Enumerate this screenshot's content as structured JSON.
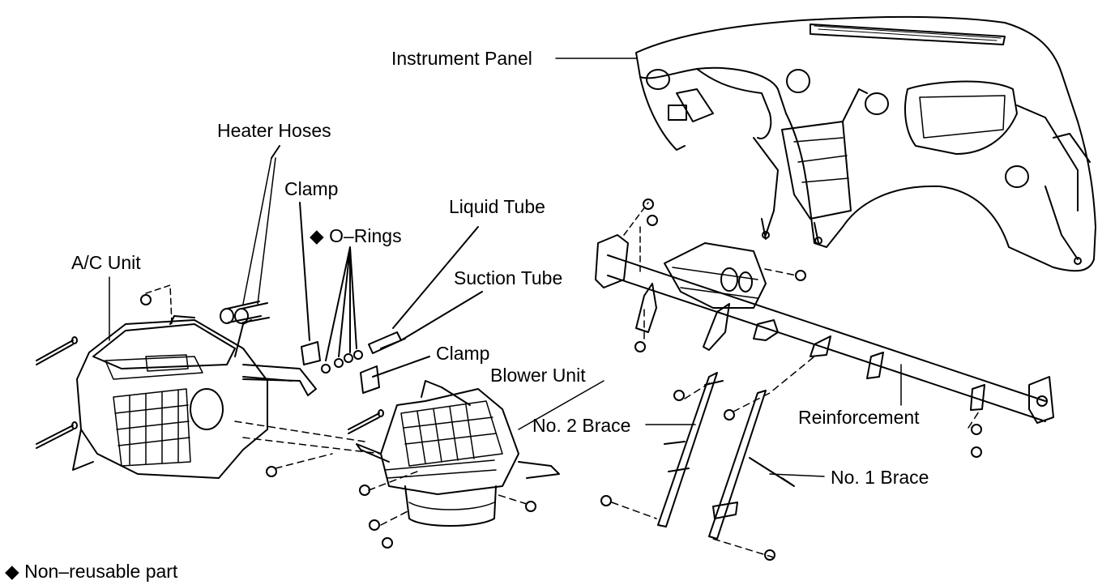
{
  "labels": {
    "instrument_panel": "Instrument Panel",
    "heater_hoses": "Heater Hoses",
    "clamp_top": "Clamp",
    "o_rings": "O–Rings",
    "liquid_tube": "Liquid Tube",
    "suction_tube": "Suction Tube",
    "ac_unit": "A/C Unit",
    "clamp_mid": "Clamp",
    "blower_unit": "Blower Unit",
    "no2_brace": "No. 2 Brace",
    "reinforcement": "Reinforcement",
    "no1_brace": "No. 1 Brace",
    "non_reusable": "Non–reusable part"
  },
  "symbols": {
    "non_reusable_marker": "◆"
  },
  "colors": {
    "ink": "#000000",
    "background": "#ffffff"
  }
}
